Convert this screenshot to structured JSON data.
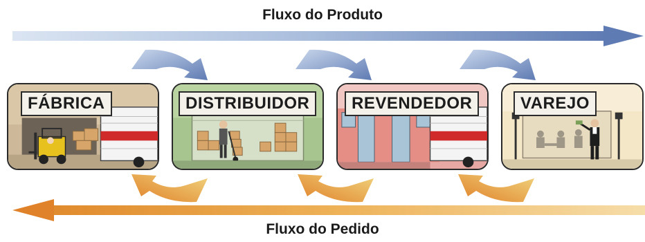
{
  "flows": {
    "product_label": "Fluxo do Produto",
    "order_label": "Fluxo do Pedido",
    "product_color": "#8fa8cf",
    "order_color": "#e8a34a"
  },
  "stages": [
    {
      "label": "FÁBRICA",
      "scene": "forklift-and-truck",
      "bg": "#c9b79a"
    },
    {
      "label": "DISTRIBUIDOR",
      "scene": "warehouse-worker-with-hand-truck",
      "bg": "#9fc08a"
    },
    {
      "label": "REVENDEDOR",
      "scene": "storefront-and-truck",
      "bg": "#e6a5a0"
    },
    {
      "label": "VAREJO",
      "scene": "restaurant-waiter",
      "bg": "#f4e6c4"
    }
  ]
}
